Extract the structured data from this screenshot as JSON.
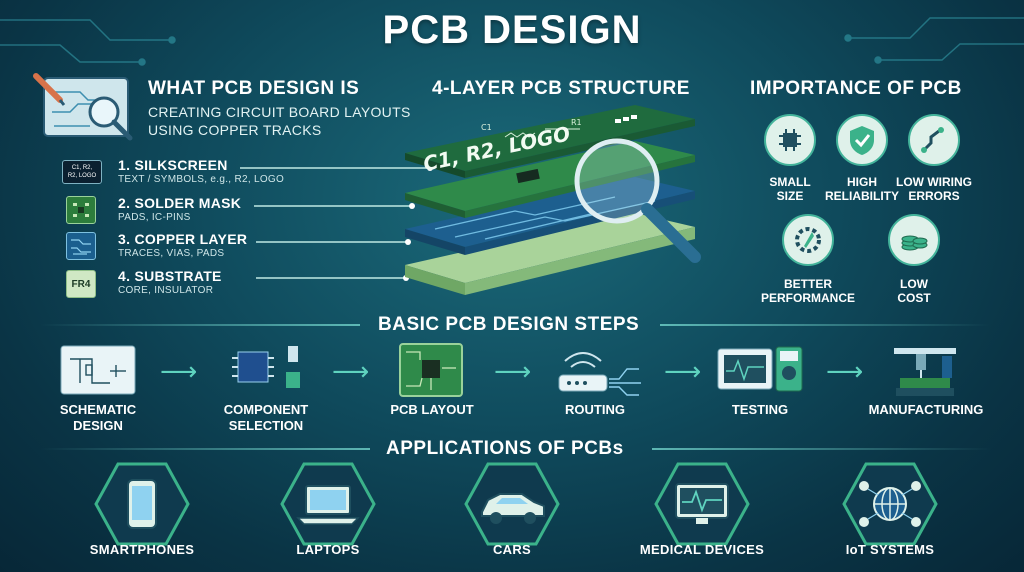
{
  "title": "PCB DESIGN",
  "what": {
    "heading": "WHAT PCB DESIGN IS",
    "desc_line1": "CREATING CIRCUIT BOARD LAYOUTS",
    "desc_line2": "USING COPPER TRACKS"
  },
  "layers": [
    {
      "title": "1. SILKSCREEN",
      "desc": "TEXT / SYMBOLS, e.g., R2, LOGO",
      "icon_text_1": "C1, R2,",
      "icon_text_2": "R2, LOGO"
    },
    {
      "title": "2. SOLDER MASK",
      "desc": "PADS, IC-PINS"
    },
    {
      "title": "3. COPPER LAYER",
      "desc": "TRACES, VIAS, PADS"
    },
    {
      "title": "4. SUBSTRATE",
      "desc": "CORE, INSULATOR",
      "icon_text": "FR4"
    }
  ],
  "structure": {
    "heading": "4-LAYER PCB STRUCTURE",
    "board_text": "C1, R2, LOGO",
    "small_c1": "C1",
    "small_r1": "R1"
  },
  "importance": {
    "heading": "IMPORTANCE OF PCB",
    "items": [
      {
        "l1": "SMALL",
        "l2": "SIZE",
        "icon": "chip-icon"
      },
      {
        "l1": "HIGH",
        "l2": "RELIABILITY",
        "icon": "shield-check-icon"
      },
      {
        "l1": "LOW WIRING",
        "l2": "ERRORS",
        "icon": "wiring-icon"
      },
      {
        "l1": "BETTER",
        "l2": "PERFORMANCE",
        "icon": "rocket-gear-icon"
      },
      {
        "l1": "LOW",
        "l2": "COST",
        "icon": "coins-icon"
      }
    ]
  },
  "steps": {
    "heading": "BASIC PCB DESIGN STEPS",
    "items": [
      {
        "l1": "SCHEMATIC",
        "l2": "DESIGN"
      },
      {
        "l1": "COMPONENT",
        "l2": "SELECTION"
      },
      {
        "l1": "PCB LAYOUT",
        "l2": ""
      },
      {
        "l1": "ROUTING",
        "l2": ""
      },
      {
        "l1": "TESTING",
        "l2": ""
      },
      {
        "l1": "MANUFACTURING",
        "l2": ""
      }
    ]
  },
  "applications": {
    "heading": "APPLICATIONS OF PCBs",
    "items": [
      {
        "label": "SMARTPHONES",
        "icon": "smartphone-icon"
      },
      {
        "label": "LAPTOPS",
        "icon": "laptop-icon"
      },
      {
        "label": "CARS",
        "icon": "car-icon"
      },
      {
        "label": "MEDICAL DEVICES",
        "icon": "monitor-ecg-icon"
      },
      {
        "label": "IoT SYSTEMS",
        "icon": "globe-network-icon"
      }
    ]
  },
  "colors": {
    "accent": "#5fd3bf",
    "board_green": "#2f8a4a",
    "copper_blue": "#1d5f8f",
    "icon_bg": "#dff1ea"
  }
}
